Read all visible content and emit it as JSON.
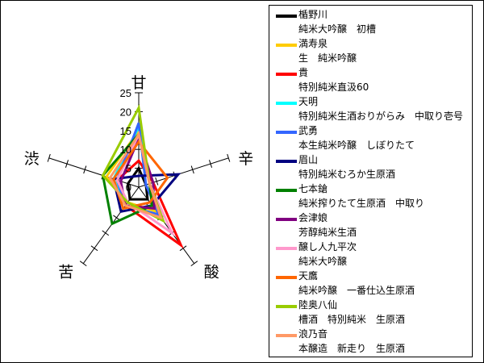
{
  "chart_data": {
    "type": "radar",
    "axes": [
      "甘",
      "辛",
      "酸",
      "苦",
      "渋"
    ],
    "rlim": [
      0,
      25
    ],
    "ticks": [
      "0",
      "5",
      "10",
      "15",
      "20",
      "25"
    ],
    "legend_position": "right",
    "series": [
      {
        "name": "楯野川",
        "detail": "純米大吟醸　初槽",
        "color": "#000000",
        "values": [
          5,
          2,
          4,
          4,
          3
        ]
      },
      {
        "name": "満寿泉",
        "detail": "生　純米吟醸",
        "color": "#ffcc00",
        "values": [
          15,
          3,
          8,
          5,
          9
        ]
      },
      {
        "name": "貴",
        "detail": "特別純米直汲60",
        "color": "#ff0000",
        "values": [
          7,
          4,
          19,
          6,
          6
        ]
      },
      {
        "name": "天明",
        "detail": "特別純米生酒おりがらみ　中取り壱号",
        "color": "#00ffff",
        "values": [
          16,
          3,
          10,
          6,
          7
        ]
      },
      {
        "name": "武勇",
        "detail": "本生純米吟醸　しぼりたて",
        "color": "#3366ff",
        "values": [
          17,
          2,
          9,
          6,
          6
        ]
      },
      {
        "name": "眉山",
        "detail": "特別純米むろか生原酒",
        "color": "#000080",
        "values": [
          3,
          11,
          6,
          8,
          7
        ]
      },
      {
        "name": "七本鎗",
        "detail": "純米搾りたて生原酒　中取り",
        "color": "#008000",
        "values": [
          14,
          3,
          6,
          12,
          10
        ]
      },
      {
        "name": "会津娘",
        "detail": "芳醇純米生酒",
        "color": "#800080",
        "values": [
          13,
          4,
          7,
          6,
          5
        ]
      },
      {
        "name": "醸し人九平次",
        "detail": "純米大吟醸",
        "color": "#ff99cc",
        "values": [
          14,
          3,
          15,
          5,
          6
        ]
      },
      {
        "name": "天鷹",
        "detail": "純米吟醸　一番仕込生原酒",
        "color": "#ff6600",
        "values": [
          12,
          8,
          5,
          7,
          7
        ]
      },
      {
        "name": "陸奥八仙",
        "detail": "槽酒　特別純米　生原酒",
        "color": "#99cc00",
        "values": [
          21,
          3,
          11,
          5,
          10
        ]
      },
      {
        "name": "浪乃音",
        "detail": "本醸造　新走り　生原酒",
        "color": "#ff9966",
        "values": [
          14,
          3,
          10,
          6,
          8
        ]
      }
    ]
  }
}
